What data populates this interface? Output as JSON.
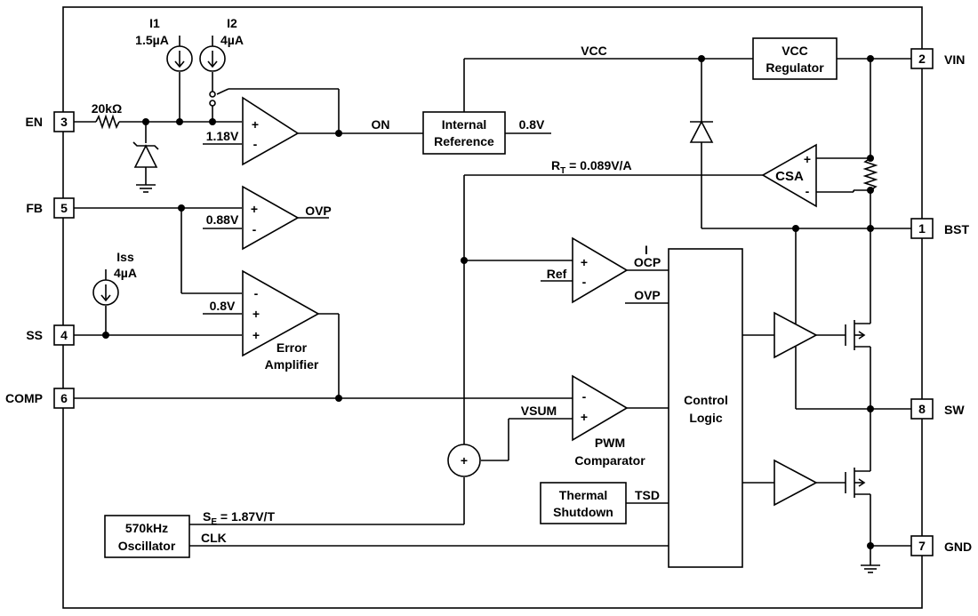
{
  "pins": {
    "en": {
      "name": "EN",
      "num": "3"
    },
    "fb": {
      "name": "FB",
      "num": "5"
    },
    "ss": {
      "name": "SS",
      "num": "4"
    },
    "comp": {
      "name": "COMP",
      "num": "6"
    },
    "vin": {
      "name": "VIN",
      "num": "2"
    },
    "bst": {
      "name": "BST",
      "num": "1"
    },
    "sw": {
      "name": "SW",
      "num": "8"
    },
    "gnd": {
      "name": "GND",
      "num": "7"
    }
  },
  "sources": {
    "i1_name": "I1",
    "i1_val": "1.5µA",
    "i2_name": "I2",
    "i2_val": "4µA",
    "iss_name": "Iss",
    "iss_val": "4µA"
  },
  "resistor_en": "20kΩ",
  "en_comp": {
    "ref": "1.18V",
    "plus": "+",
    "minus": "-",
    "out": "ON"
  },
  "ovp_comp": {
    "ref": "0.88V",
    "plus": "+",
    "minus": "-",
    "out": "OVP"
  },
  "error_amp": {
    "ref": "0.8V",
    "line1": "Error",
    "line2": "Amplifier",
    "minus": "-",
    "plus1": "+",
    "plus2": "+"
  },
  "internal_ref": {
    "line1": "Internal",
    "line2": "Reference",
    "out": "0.8V"
  },
  "vcc_reg": {
    "line1": "VCC",
    "line2": "Regulator",
    "net": "VCC"
  },
  "csa": {
    "label": "CSA",
    "plus": "+",
    "minus": "-",
    "rt": "R",
    "rt_sub": "T",
    "rt_val": " = 0.089V/A"
  },
  "ocp_comp": {
    "ref": "Ref",
    "out": "OCP",
    "plus": "+",
    "minus": "-",
    "cursor": "I"
  },
  "ovp_in": "OVP",
  "pwm": {
    "line1": "PWM",
    "line2": "Comparator",
    "vsum": "VSUM",
    "minus": "-",
    "plus": "+"
  },
  "summer": "+",
  "control": {
    "line1": "Control",
    "line2": "Logic"
  },
  "thermal": {
    "line1": "Thermal",
    "line2": "Shutdown",
    "out": "TSD"
  },
  "osc": {
    "line1": "570kHz",
    "line2": "Oscillator",
    "se": "S",
    "se_sub": "E",
    "se_val": " = 1.87V/T",
    "clk": "CLK"
  }
}
